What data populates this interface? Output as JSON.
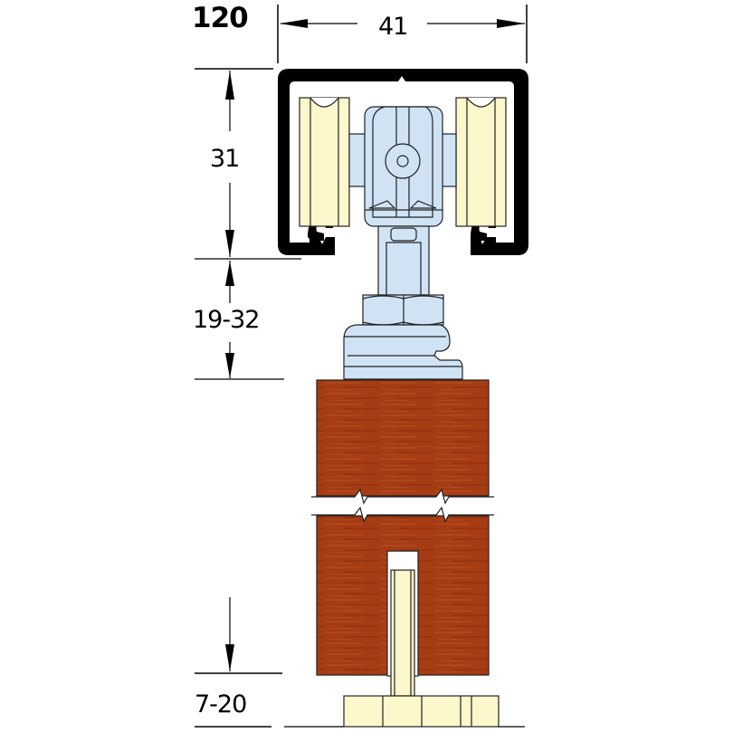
{
  "diagram": {
    "title": "120",
    "description": "Sliding door hanger track cross-section with trolley, mounting bracket, wooden door panel, and floor guide",
    "dimensions": {
      "track_width": "41",
      "track_height": "31",
      "bracket_height": "19-32",
      "floor_gap": "7-20"
    },
    "parts": [
      {
        "name": "track-profile",
        "color": "#000000"
      },
      {
        "name": "roller-wheels",
        "color": "#fdf7cc"
      },
      {
        "name": "trolley-body",
        "color": "#cfe3f5"
      },
      {
        "name": "door-panel",
        "color": "#a33a12"
      },
      {
        "name": "floor-guide",
        "color": "#fdf7cc"
      }
    ]
  }
}
